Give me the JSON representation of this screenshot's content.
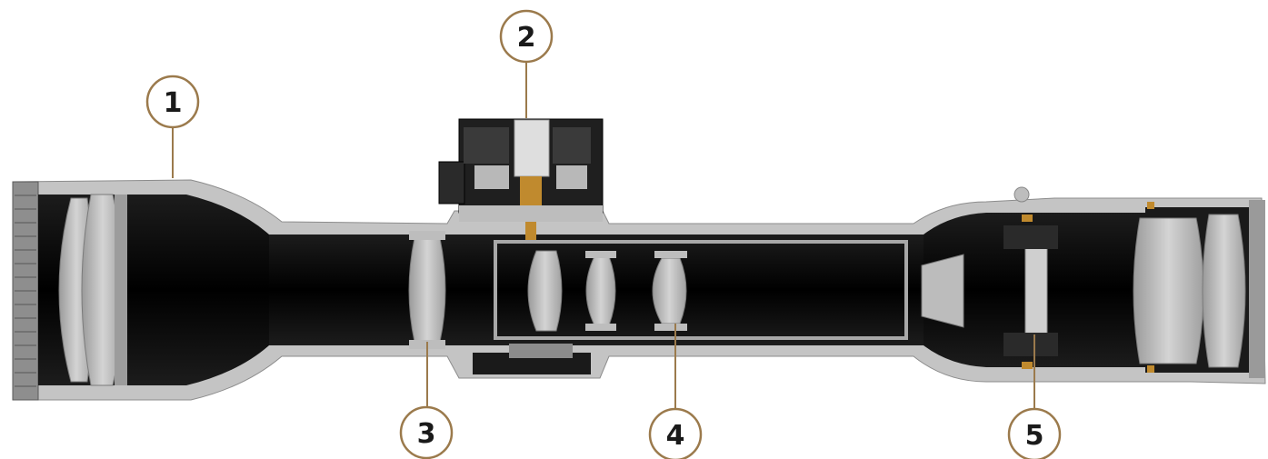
{
  "colors": {
    "callout_ring": "#9b7a4c",
    "callout_text": "#1a1a1a",
    "housing": "#c9c9c9",
    "interior": "#0a0a0a",
    "lens": "#b5b5b5",
    "brass": "#c08a2e"
  },
  "callouts": [
    {
      "id": "1",
      "label": "1"
    },
    {
      "id": "2",
      "label": "2"
    },
    {
      "id": "3",
      "label": "3"
    },
    {
      "id": "4",
      "label": "4"
    },
    {
      "id": "5",
      "label": "5"
    }
  ]
}
